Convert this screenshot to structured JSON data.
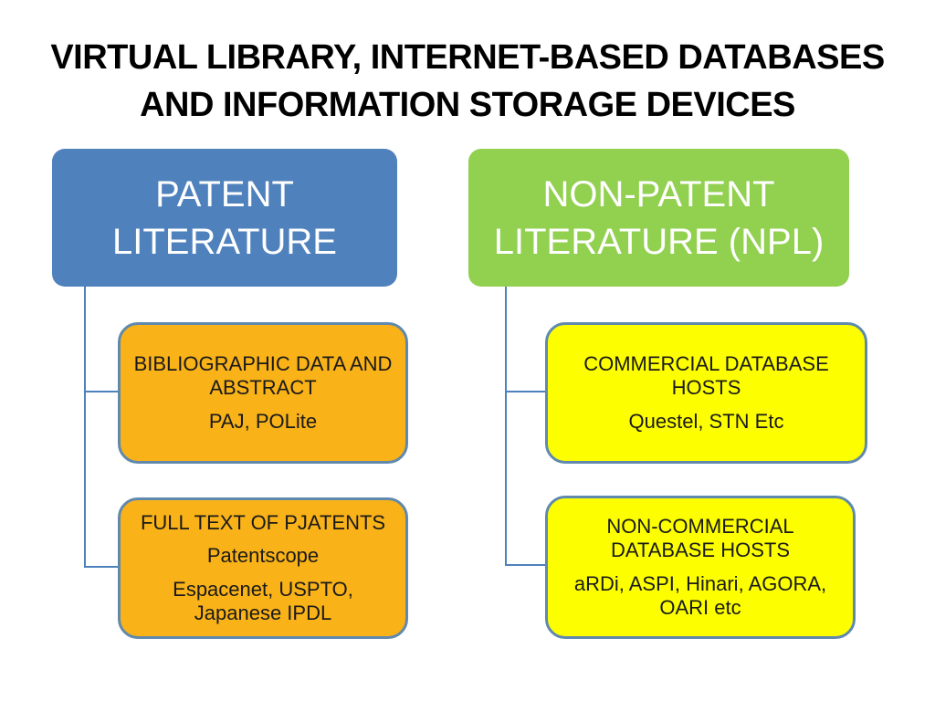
{
  "title": {
    "line1": "VIRTUAL LIBRARY, INTERNET-BASED DATABASES",
    "line2": "AND INFORMATION STORAGE DEVICES"
  },
  "diagram": {
    "patent": {
      "root_label": "PATENT LITERATURE",
      "children": [
        {
          "paragraphs": [
            "BIBLIOGRAPHIC DATA AND ABSTRACT",
            "PAJ, POLite"
          ]
        },
        {
          "paragraphs": [
            "FULL TEXT OF PJATENTS",
            "Patentscope",
            "Espacenet, USPTO, Japanese IPDL"
          ]
        }
      ]
    },
    "non_patent": {
      "root_label": "NON-PATENT LITERATURE (NPL)",
      "children": [
        {
          "paragraphs": [
            "COMMERCIAL DATABASE HOSTS",
            "Questel, STN Etc"
          ]
        },
        {
          "paragraphs": [
            "NON-COMMERCIAL DATABASE HOSTS",
            "aRDi, ASPI, Hinari, AGORA, OARI etc"
          ]
        }
      ]
    }
  },
  "colors": {
    "patent_root": "#4f81bd",
    "non_patent_root": "#92d050",
    "patent_child": "#f9b218",
    "non_patent_child": "#fdff00",
    "child_border": "#6089ad",
    "connector": "#4f81bd",
    "title_text": "#000000",
    "root_text": "#ffffff",
    "child_text": "#1a1a1a"
  }
}
